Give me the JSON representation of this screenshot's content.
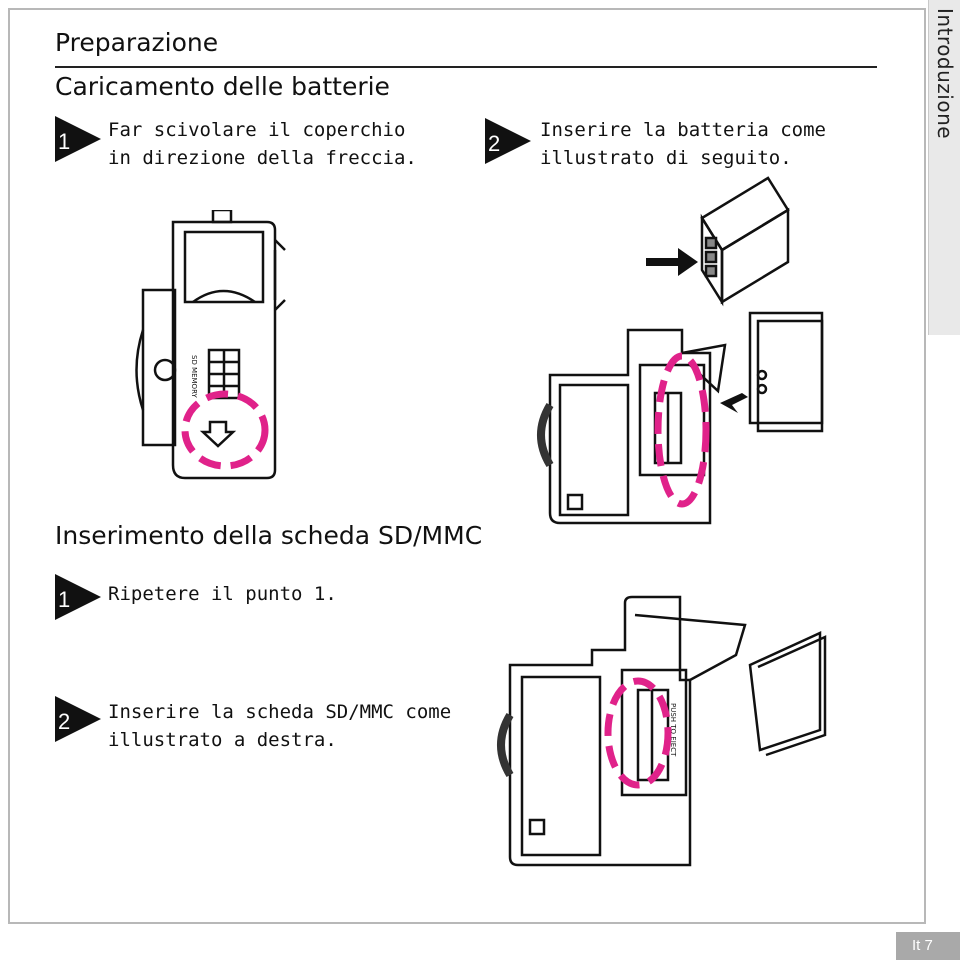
{
  "sidebar": {
    "section_tab": "Introduzione"
  },
  "footer": {
    "page_number": "It 7"
  },
  "heading": {
    "main": "Preparazione"
  },
  "batteries": {
    "title": "Caricamento delle batterie",
    "step1": {
      "number": "1",
      "line1": "Far scivolare il coperchio",
      "line2": "in direzione della freccia."
    },
    "step2": {
      "number": "2",
      "line1": "Inserire la batteria come",
      "line2": "illustrato di seguito."
    }
  },
  "card": {
    "title": "Inserimento della scheda SD/MMC",
    "step1": {
      "number": "1",
      "line1": "Ripetere il punto 1."
    },
    "step2": {
      "number": "2",
      "line1": "Inserire la scheda SD/MMC come",
      "line2": "illustrato a destra."
    }
  },
  "colors": {
    "highlight": "#e0228a",
    "badge": "#111111",
    "tab": "#e9e9e9"
  }
}
